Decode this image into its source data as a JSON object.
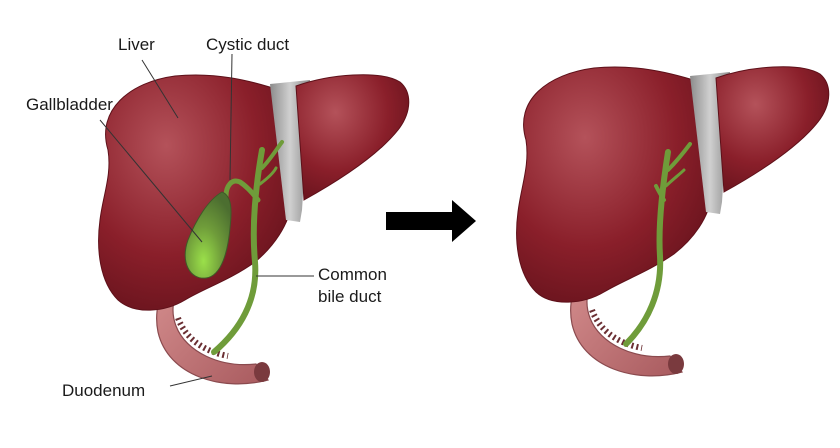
{
  "labels": {
    "liver": "Liver",
    "cystic_duct": "Cystic duct",
    "gallbladder": "Gallbladder",
    "common_bile_duct_line1": "Common",
    "common_bile_duct_line2": "bile duct",
    "duodenum": "Duodenum"
  },
  "colors": {
    "liver": "#8a1f2a",
    "liver_highlight": "#b4525a",
    "ligament": "#a9a9a9",
    "bile_duct": "#6f9c3a",
    "gallbladder": "#5f8a45",
    "duodenum": "#c98080",
    "arrow": "#000000"
  },
  "icons": {
    "arrow": "right-arrow-icon"
  }
}
